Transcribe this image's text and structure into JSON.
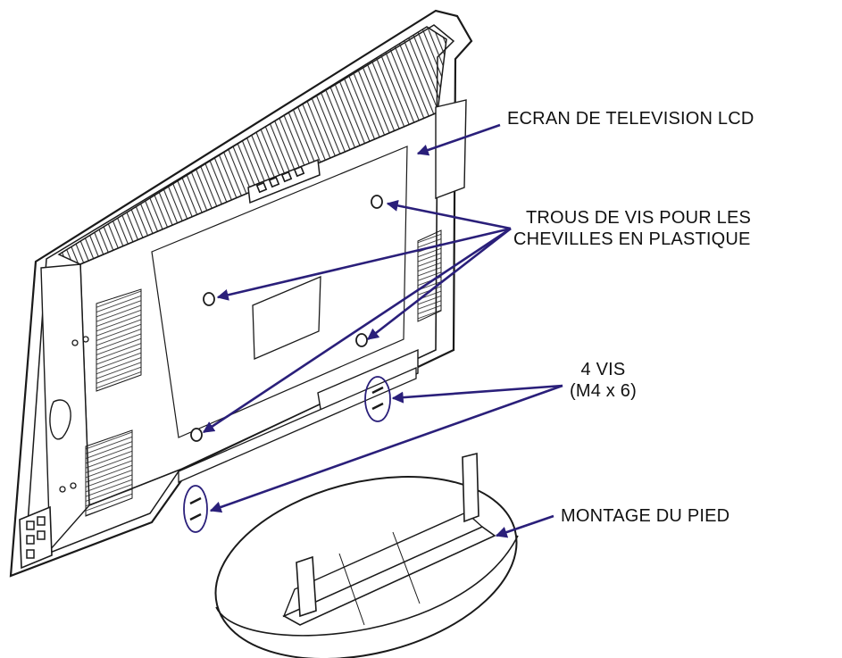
{
  "labels": {
    "screen": "ECRAN DE TELEVISION LCD",
    "holes_line1": "TROUS DE VIS POUR LES",
    "holes_line2": "CHEVILLES EN PLASTIQUE",
    "screws_line1": "4 VIS",
    "screws_line2": "(M4 x 6)",
    "stand": "MONTAGE DU PIED"
  },
  "colors": {
    "arrow": "#2a1f7a",
    "outline": "#1a1a1a",
    "text": "#111111",
    "grille": "#2b2b2b"
  }
}
